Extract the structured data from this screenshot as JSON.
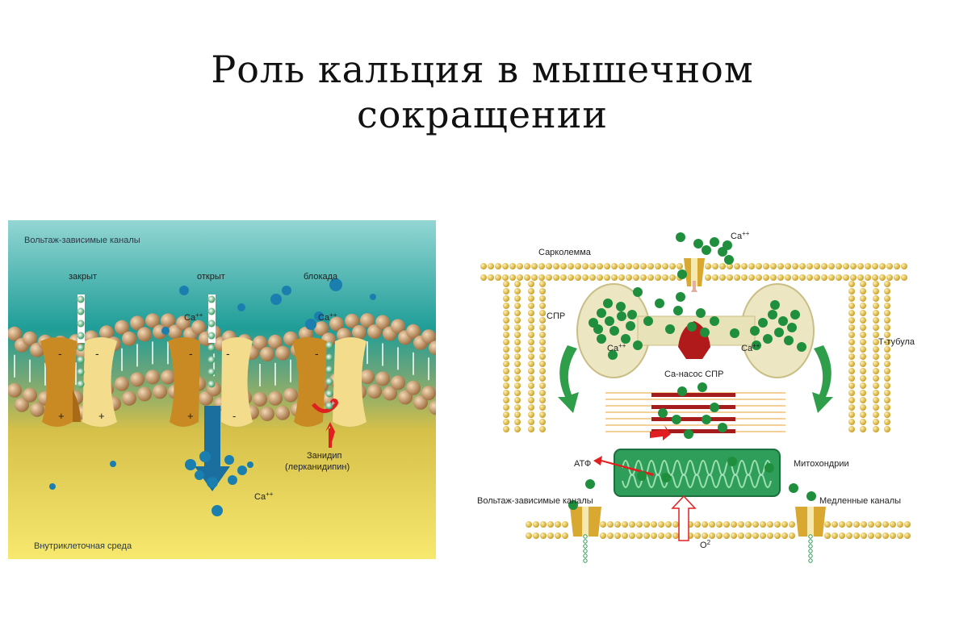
{
  "title": {
    "line1": "Роль кальция в мышечном",
    "line2": "сокращении"
  },
  "left_panel": {
    "heading": "Вольтаж-зависимые каналы",
    "states": [
      "закрыт",
      "открыт",
      "блокада"
    ],
    "ion_label": "Ca",
    "ion_charge": "++",
    "drug_line1": "Занидип",
    "drug_line2": "(лерканидипин)",
    "bottom_label": "Внутриклеточная среда",
    "colors": {
      "top": "#8fd3d3",
      "mid": "#1e9e9a",
      "bottom": "#f4e46a",
      "ion": "#1a7fae",
      "arrow": "#1a6f9e"
    }
  },
  "right_panel": {
    "ion_label": "Ca",
    "ion_charge": "++",
    "sarcolemma": "Сарколемма",
    "spr": "СПР",
    "t_tubule": "Т-тубула",
    "pump": "Ca-насос СПР",
    "atp": "АТФ",
    "mitochondria": "Митохондрии",
    "voltage_channels": "Вольтаж-зависимые каналы",
    "slow_channels": "Медленные каналы",
    "oxygen": "O",
    "oxygen_sup": "2",
    "colors": {
      "membrane": "#d4a62a",
      "calcium": "#1f8f3e",
      "mito": "#2e9e5a",
      "pump": "#b01a1a"
    }
  }
}
